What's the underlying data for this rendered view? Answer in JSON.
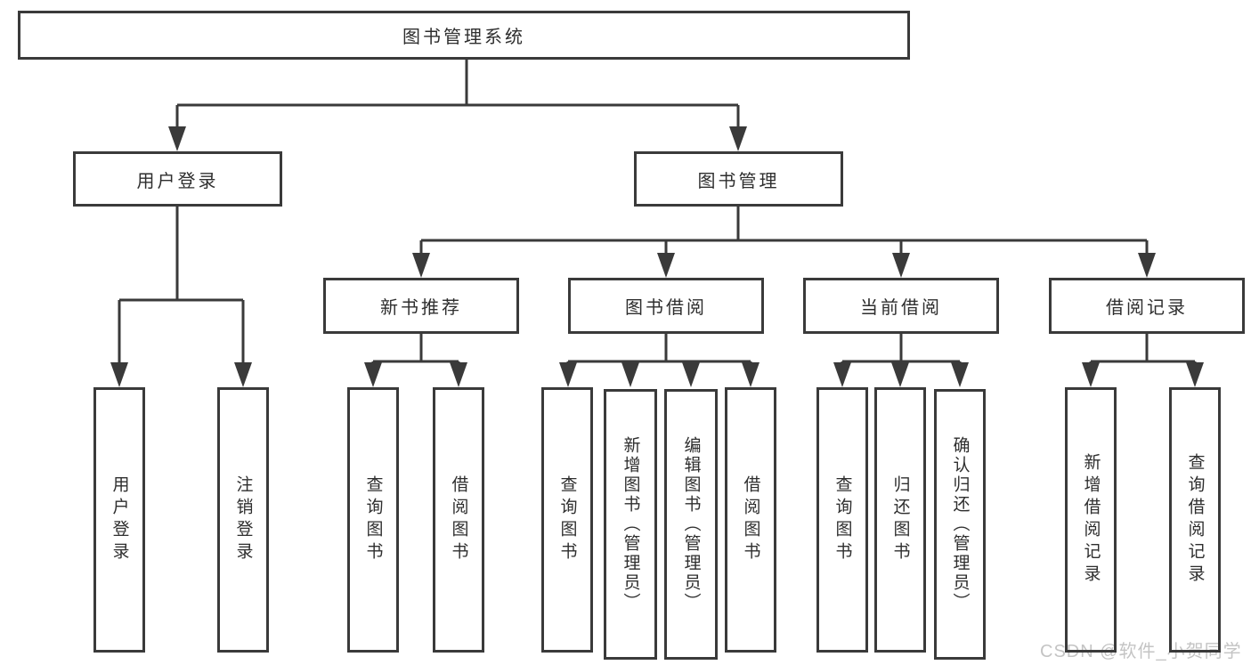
{
  "diagram_title": "图书管理系统",
  "nodes": {
    "root": {
      "label": "图书管理系统"
    },
    "user_login": {
      "label": "用户登录"
    },
    "book_mgmt": {
      "label": "图书管理"
    },
    "new_book_rec": {
      "label": "新书推荐"
    },
    "book_borrow": {
      "label": "图书借阅"
    },
    "current_borrow": {
      "label": "当前借阅"
    },
    "borrow_record": {
      "label": "借阅记录"
    },
    "leaf_user_login": {
      "label": "用户登录"
    },
    "leaf_logout": {
      "label": "注销登录"
    },
    "leaf_query_book_a": {
      "label": "查询图书"
    },
    "leaf_borrow_book_a": {
      "label": "借阅图书"
    },
    "leaf_query_book_b": {
      "label": "查询图书"
    },
    "leaf_add_book_admin": {
      "label": "新增图书（管理员）"
    },
    "leaf_edit_book_admin": {
      "label": "编辑图书（管理员）"
    },
    "leaf_borrow_book_b": {
      "label": "借阅图书"
    },
    "leaf_query_book_c": {
      "label": "查询图书"
    },
    "leaf_return_book": {
      "label": "归还图书"
    },
    "leaf_confirm_return_admin": {
      "label": "确认归还（管理员）"
    },
    "leaf_add_borrow_record": {
      "label": "新增借阅记录"
    },
    "leaf_query_borrow_record": {
      "label": "查询借阅记录"
    }
  },
  "hierarchy": {
    "root": "图书管理系统",
    "children": [
      {
        "label": "用户登录",
        "children": [
          "用户登录",
          "注销登录"
        ]
      },
      {
        "label": "图书管理",
        "children": [
          {
            "label": "新书推荐",
            "children": [
              "查询图书",
              "借阅图书"
            ]
          },
          {
            "label": "图书借阅",
            "children": [
              "查询图书",
              "新增图书（管理员）",
              "编辑图书（管理员）",
              "借阅图书"
            ]
          },
          {
            "label": "当前借阅",
            "children": [
              "查询图书",
              "归还图书",
              "确认归还（管理员）"
            ]
          },
          {
            "label": "借阅记录",
            "children": [
              "新增借阅记录",
              "查询借阅记录"
            ]
          }
        ]
      }
    ]
  },
  "watermark": {
    "text": "CSDN @软件_小贺同学"
  },
  "colors": {
    "line": "#3a3a3a",
    "text": "#2e2e2e",
    "box_background": "#ffffff",
    "watermark": "#c4c4c4",
    "page_background": "#ffffff"
  }
}
